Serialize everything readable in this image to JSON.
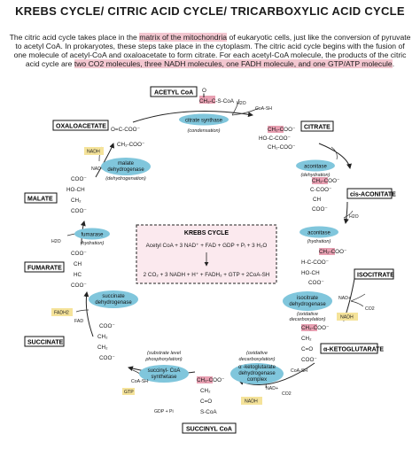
{
  "title": "KREBS CYCLE/ CITRIC ACID CYCLE/ TRICARBOXYLIC ACID CYCLE",
  "intro": {
    "p1": "The citric acid cycle takes place in the ",
    "h1": "matrix of the mitochondria",
    "p2": " of eukaryotic cells, just like the conversion of pyruvate to acetyl CoA. In prokaryotes, these steps take place in the cytoplasm. The citric acid cycle begins with the fusion of one molecule of acetyl-CoA and oxaloacetate to form citrate. For each acetyl-CoA molecule, the products of the citric acid cycle are ",
    "h2": "two CO2 molecules, three NADH molecules, one FADH molecule, and one GTP/ATP molecule",
    "p3": "."
  },
  "molecules": {
    "acetyl_coa": "ACETYL CoA",
    "citrate": "CITRATE",
    "cis_aconitate": "cis-ACONITATE",
    "isocitrate": "ISOCITRATE",
    "a_ketoglutarate": "α-KETOGLUTARATE",
    "succinyl_coa": "SUCCINYL CoA",
    "succinate": "SUCCINATE",
    "fumarate": "FUMARATE",
    "malate": "MALATE",
    "oxaloacetate": "OXALOACETATE"
  },
  "enzymes": {
    "citrate_synthase": "citrate synthase",
    "citrate_synthase_note": "(condensation)",
    "aconitase1": "aconitase",
    "aconitase1_note": "(dehydration)",
    "aconitase2": "aconitase",
    "aconitase2_note": "(hydration)",
    "idh1": "isocitrate",
    "idh2": "dehydrogenase",
    "idh_note1": "(oxidative",
    "idh_note2": "decarboxylation)",
    "akg1": "α -ketoglutarate",
    "akg2": "dehydrogenase",
    "akg3": "complex",
    "akg_note1": "(oxidative",
    "akg_note2": "decarboxylation)",
    "scs1": "succinyl- CoA",
    "scs2": "synthetase",
    "scs_note1": "(substrate level",
    "scs_note2": "phosphorylation)",
    "sdh1": "succinate",
    "sdh2": "dehydrogenase",
    "fum1": "fumarase",
    "fum_note": "(hydration)",
    "mdh1": "malate",
    "mdh2": "dehydrogenase",
    "mdh_note": "(dehydrogenation)"
  },
  "cofactors": {
    "h2o": "H2O",
    "coash": "CoA-SH",
    "nad": "NAD+",
    "nadh": "NADH",
    "co2": "CO2",
    "fad": "FAD",
    "fadh2": "FADH2",
    "gdp": "GDP + Pi",
    "gtp": "GTP"
  },
  "center": {
    "title": "KREBS CYCLE",
    "reactants": "Acetyl CoA + 3 NAD⁺ + FAD + GDP + Pᵢ + 3 H₂O",
    "products": "2 CO₂ + 3 NADH + H⁺ + FADH₂ + GTP + 2CoA-SH"
  },
  "structures": {
    "acetyl": [
      "O",
      "‖",
      "CH₃-C-S-CoA"
    ],
    "citrate": [
      "CH₂-COO⁻",
      "HO-C-COO⁻",
      "CH₂-COO⁻"
    ],
    "cis_aconitate": [
      "CH₂-COO⁻",
      "C-COO⁻",
      "CH",
      "COO⁻"
    ],
    "isocitrate": [
      "CH₂-COO⁻",
      "H-C-COO⁻",
      "HO-CH",
      "COO⁻"
    ],
    "akg": [
      "CH₂-COO⁻",
      "CH₂",
      "C=O",
      "COO⁻"
    ],
    "succinyl": [
      "CH₂-COO⁻",
      "CH₂",
      "C=O",
      "S-CoA"
    ],
    "succinate": [
      "COO⁻",
      "CH₂",
      "CH₂",
      "COO⁻"
    ],
    "fumarate": [
      "COO⁻",
      "CH",
      "HC",
      "COO⁻"
    ],
    "malate": [
      "COO⁻",
      "HO-CH",
      "CH₂",
      "COO⁻"
    ],
    "oxaloacetate": [
      "O=C-COO⁻",
      "CH₂-COO⁻"
    ]
  }
}
